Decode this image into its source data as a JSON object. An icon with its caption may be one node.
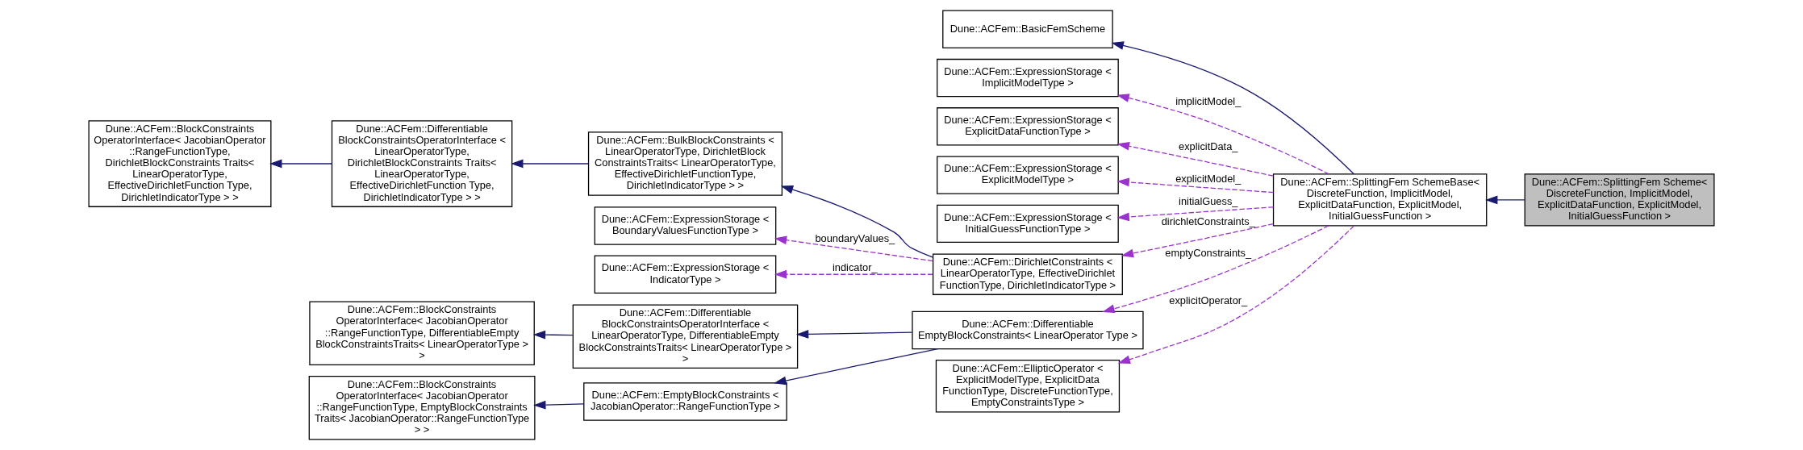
{
  "diagram": {
    "nodes": [
      {
        "text": [
          "Dune::ACFem::BlockConstraints OperatorInterface< JacobianOperator ::RangeFunctionType, DirichletBlockConstraints Traits< LinearOperatorType, EffectiveDirichletFunction Type, DirichletIndicatorType > >"
        ]
      },
      {
        "text": [
          "Dune::ACFem::Differentiable BlockConstraintsOperatorInterface < LinearOperatorType, DirichletBlockConstraints Traits< LinearOperatorType, EffectiveDirichletFunction Type, DirichletIndicatorType > >"
        ]
      },
      {
        "text": [
          "Dune::ACFem::BulkBlockConstraints < LinearOperatorType, DirichletBlock ConstraintsTraits< LinearOperatorType, EffectiveDirichletFunctionType, DirichletIndicatorType > >"
        ]
      },
      {
        "text": [
          "Dune::ACFem::BasicFemScheme"
        ]
      },
      {
        "text": [
          "Dune::ACFem::ExpressionStorage < ImplicitModelType >"
        ]
      },
      {
        "text": [
          "Dune::ACFem::ExpressionStorage < ExplicitDataFunctionType >"
        ]
      },
      {
        "text": [
          "Dune::ACFem::ExpressionStorage < ExplicitModelType >"
        ]
      },
      {
        "text": [
          "Dune::ACFem::ExpressionStorage < InitialGuessFunctionType >"
        ]
      },
      {
        "text": [
          "Dune::ACFem::ExpressionStorage < BoundaryValuesFunctionType >"
        ]
      },
      {
        "text": [
          "Dune::ACFem::ExpressionStorage < IndicatorType >"
        ]
      },
      {
        "text": [
          "Dune::ACFem::DirichletConstraints < LinearOperatorType, EffectiveDirichlet FunctionType, DirichletIndicatorType >"
        ]
      },
      {
        "text": [
          "Dune::ACFem::BlockConstraints OperatorInterface< JacobianOperator ::RangeFunctionType, DifferentiableEmpty BlockConstraintsTraits< LinearOperatorType > >"
        ]
      },
      {
        "text": [
          "Dune::ACFem::Differentiable BlockConstraintsOperatorInterface < LinearOperatorType, DifferentiableEmpty BlockConstraintsTraits< LinearOperatorType > >"
        ]
      },
      {
        "text": [
          "Dune::ACFem::Differentiable EmptyBlockConstraints< LinearOperator Type >"
        ]
      },
      {
        "text": [
          "Dune::ACFem::BlockConstraints OperatorInterface< JacobianOperator ::RangeFunctionType, EmptyBlockConstraints Traits< JacobianOperator::RangeFunctionType > >"
        ]
      },
      {
        "text": [
          "Dune::ACFem::EmptyBlockConstraints < JacobianOperator::RangeFunctionType >"
        ]
      },
      {
        "text": [
          "Dune::ACFem::EllipticOperator < ExplicitModelType, ExplicitData FunctionType, DiscreteFunctionType, EmptyConstraintsType >"
        ]
      },
      {
        "text": [
          "Dune::ACFem::SplittingFem SchemeBase< DiscreteFunction, ImplicitModel, ExplicitDataFunction, ExplicitModel, InitialGuessFunction >"
        ]
      },
      {
        "text": [
          "Dune::ACFem::SplittingFem Scheme< DiscreteFunction, ImplicitModel, ExplicitDataFunction, ExplicitModel, InitialGuessFunction >"
        ]
      }
    ],
    "edges": [
      {
        "from": 1,
        "to": 0,
        "arrow": "to"
      },
      {
        "from": 2,
        "to": 1,
        "arrow": "to"
      },
      {
        "from": 10,
        "to": 2,
        "arrow": "to"
      },
      {
        "from": 10,
        "to": 8,
        "arrow": "to",
        "label": "boundaryValues_",
        "style": "dashed",
        "color": "#9a32cd"
      },
      {
        "from": 10,
        "to": 9,
        "arrow": "to",
        "label": "indicator_",
        "style": "dashed",
        "color": "#9a32cd"
      },
      {
        "from": 12,
        "to": 11,
        "arrow": "to"
      },
      {
        "from": 13,
        "to": 12,
        "arrow": "to"
      },
      {
        "from": 13,
        "to": 15,
        "arrow": "to"
      },
      {
        "from": 15,
        "to": 14,
        "arrow": "to"
      },
      {
        "from": 17,
        "to": 3,
        "arrow": "to"
      },
      {
        "from": 17,
        "to": 4,
        "arrow": "to",
        "label": "implicitModel_",
        "style": "dashed",
        "color": "#9a32cd"
      },
      {
        "from": 17,
        "to": 5,
        "arrow": "to",
        "label": "explicitData_",
        "style": "dashed",
        "color": "#9a32cd"
      },
      {
        "from": 17,
        "to": 6,
        "arrow": "to",
        "label": "explicitModel_",
        "style": "dashed",
        "color": "#9a32cd"
      },
      {
        "from": 17,
        "to": 7,
        "arrow": "to",
        "label": "initialGuess_",
        "style": "dashed",
        "color": "#9a32cd"
      },
      {
        "from": 17,
        "to": 10,
        "arrow": "to",
        "label": "dirichletConstraints_",
        "style": "dashed",
        "color": "#9a32cd"
      },
      {
        "from": 17,
        "to": 13,
        "arrow": "to",
        "label": "emptyConstraints_",
        "style": "dashed",
        "color": "#9a32cd"
      },
      {
        "from": 17,
        "to": 16,
        "arrow": "to",
        "label": "explicitOperator_",
        "style": "dashed",
        "color": "#9a32cd"
      },
      {
        "from": 18,
        "to": 17,
        "arrow": "to"
      }
    ]
  }
}
